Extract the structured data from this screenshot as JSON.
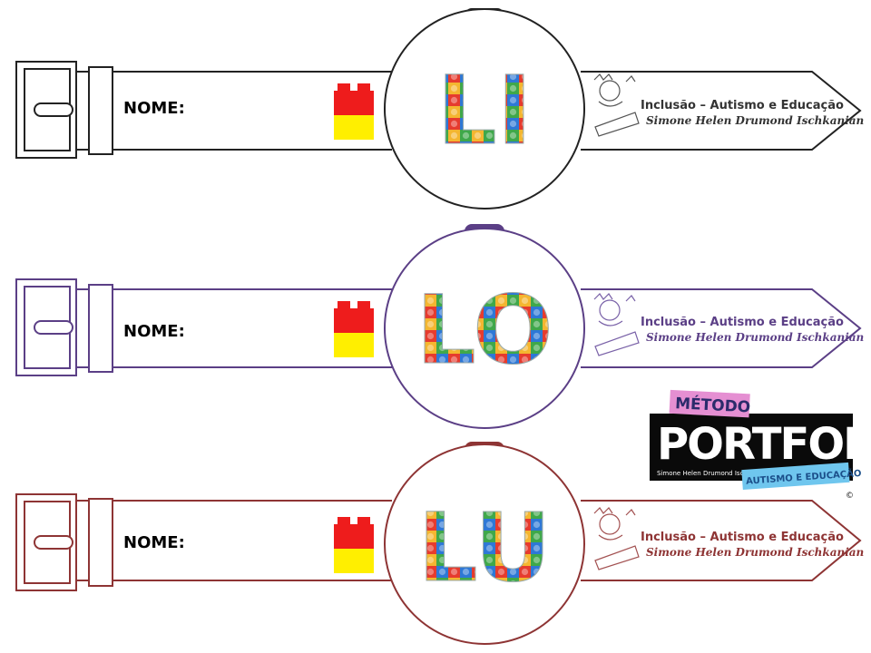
{
  "strips": [
    {
      "label": "NOME:",
      "syllable": "LI",
      "brand_line1": "Inclusão – Autismo e Educação",
      "brand_line2": "Simone Helen Drumond Ischkanian",
      "color": "#222222"
    },
    {
      "label": "NOME:",
      "syllable": "LO",
      "brand_line1": "Inclusão – Autismo e Educação",
      "brand_line2": "Simone Helen Drumond Ischkanian",
      "color": "#5b3f86"
    },
    {
      "label": "NOME:",
      "syllable": "LU",
      "brand_line1": "Inclusão – Autismo e Educação",
      "brand_line2": "Simone Helen Drumond Ischkanian",
      "color": "#8e3434"
    }
  ],
  "logo": {
    "metodo": "MÉTODO",
    "portfolio": "PORTFOLIO",
    "author": "Simone Helen Drumond Ischkanian",
    "tagline": "AUTISMO E EDUCAÇÃO",
    "copyright": "©"
  },
  "colors": {
    "block_red": "#ee1c1c",
    "block_yellow": "#ffef00",
    "logo_bg": "#0a0a0a",
    "logo_pink": "#e58fd2",
    "logo_blue": "#6fc6ee"
  }
}
